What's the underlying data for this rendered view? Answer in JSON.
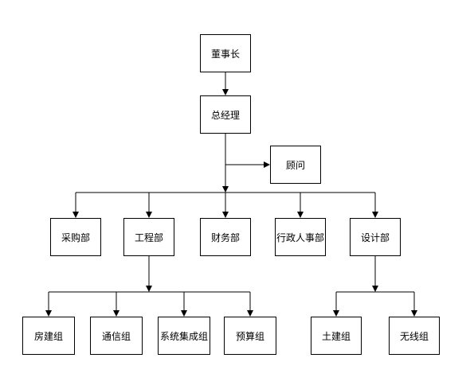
{
  "org_chart": {
    "chairman": "董事长",
    "general_manager": "总经理",
    "advisor": "顾问",
    "departments": {
      "procurement": "采购部",
      "engineering": "工程部",
      "finance": "财务部",
      "admin_hr": "行政人事部",
      "design": "设计部"
    },
    "engineering_groups": {
      "housing": "房建组",
      "communication": "通信组",
      "system_integration": "系统集成组",
      "budget": "预算组"
    },
    "design_groups": {
      "civil": "土建组",
      "wireless": "无线组"
    }
  }
}
